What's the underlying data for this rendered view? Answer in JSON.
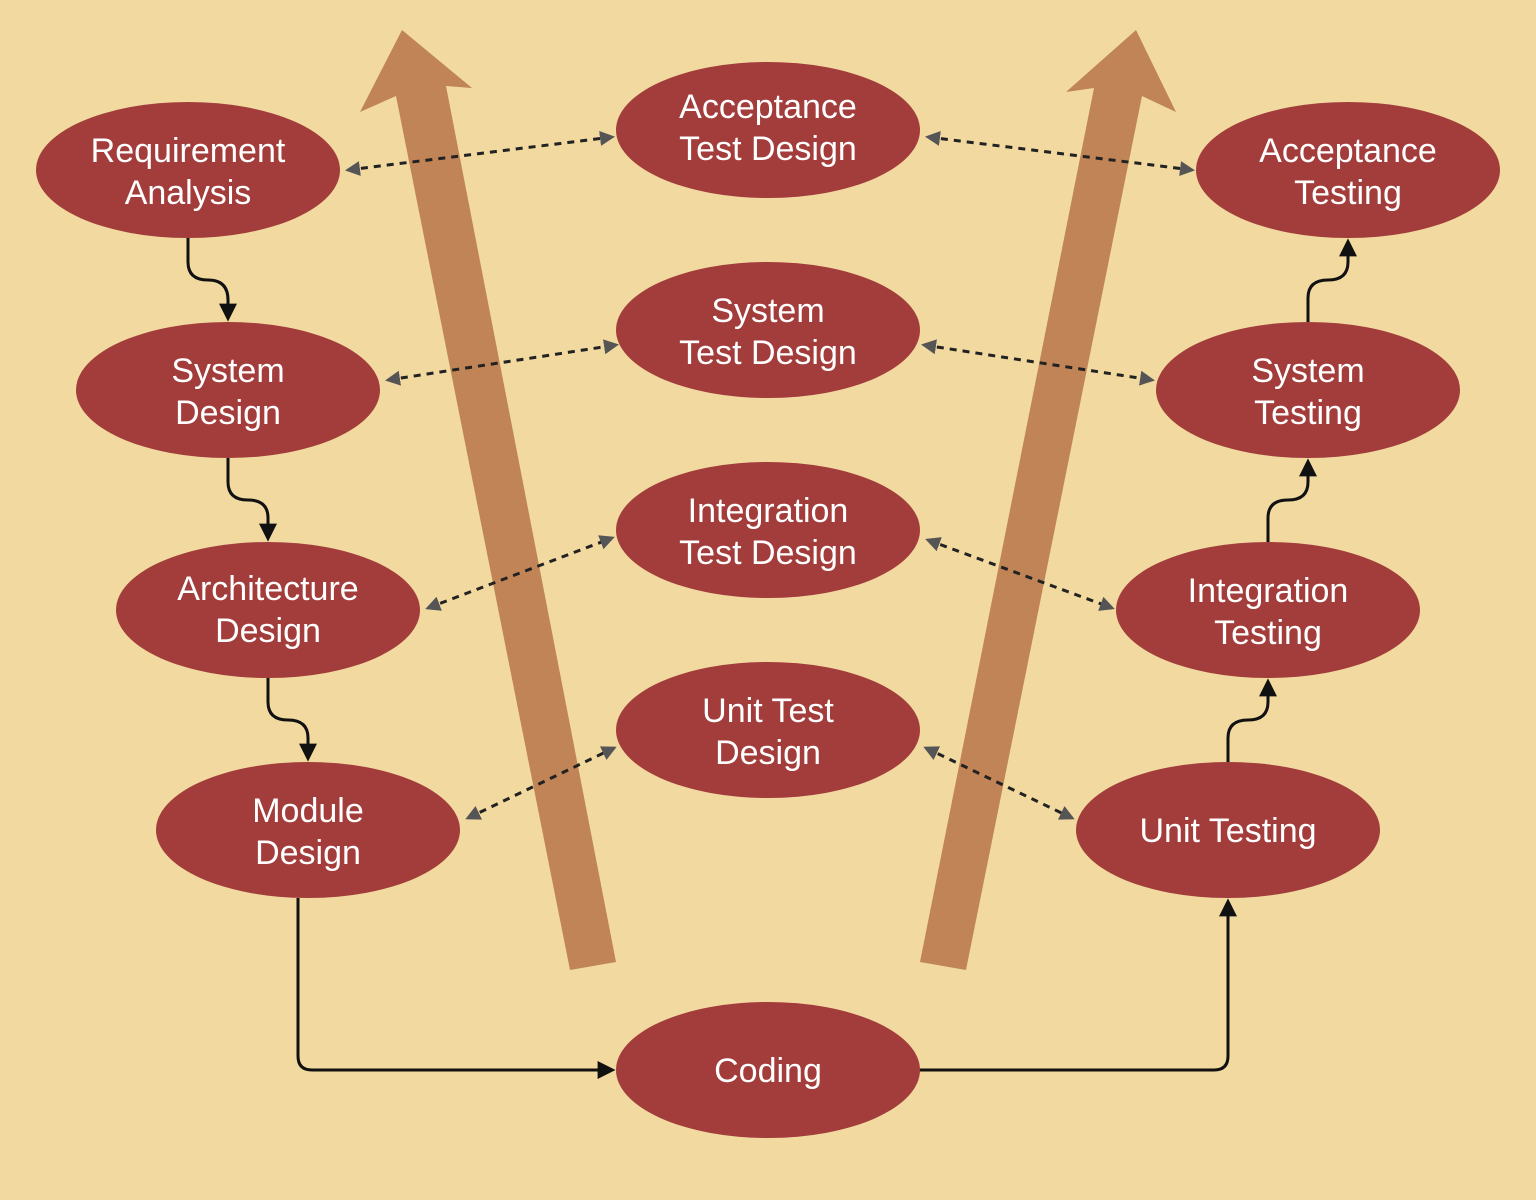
{
  "colors": {
    "background": "#F1D9A0",
    "node_fill": "#A33D3B",
    "node_text": "#FFFFFF",
    "big_arrow": "#C08457",
    "flow_arrow": "#111111",
    "dotted_arrow": "#222222",
    "dotted_head": "#555555"
  },
  "nodes": {
    "requirement_analysis": {
      "line1": "Requirement",
      "line2": "Analysis"
    },
    "system_design": {
      "line1": "System",
      "line2": "Design"
    },
    "architecture_design": {
      "line1": "Architecture",
      "line2": "Design"
    },
    "module_design": {
      "line1": "Module",
      "line2": "Design"
    },
    "coding": {
      "line1": "Coding"
    },
    "acceptance_test_design": {
      "line1": "Acceptance",
      "line2": "Test Design"
    },
    "system_test_design": {
      "line1": "System",
      "line2": "Test Design"
    },
    "integration_test_design": {
      "line1": "Integration",
      "line2": "Test Design"
    },
    "unit_test_design": {
      "line1": "Unit Test",
      "line2": "Design"
    },
    "acceptance_testing": {
      "line1": "Acceptance",
      "line2": "Testing"
    },
    "system_testing": {
      "line1": "System",
      "line2": "Testing"
    },
    "integration_testing": {
      "line1": "Integration",
      "line2": "Testing"
    },
    "unit_testing": {
      "line1": "Unit Testing"
    }
  }
}
